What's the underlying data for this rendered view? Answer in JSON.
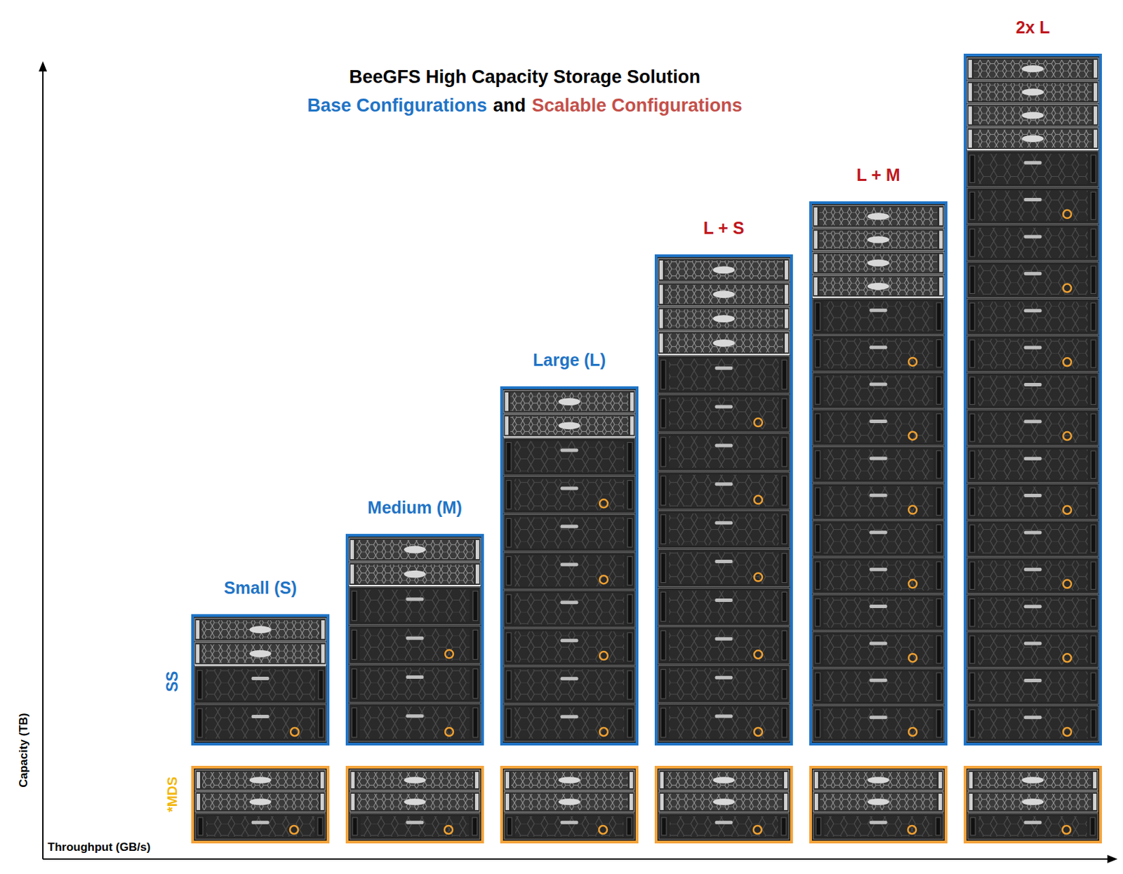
{
  "diagram": {
    "title": "BeeGFS High Capacity Storage Solution",
    "nodes": [
      {
        "text": [
          "Small (S)"
        ]
      },
      {
        "text": [
          "Medium (M)"
        ]
      },
      {
        "text": [
          "Large (L)"
        ]
      },
      {
        "text": [
          "L + S"
        ]
      },
      {
        "text": [
          "L + M"
        ]
      },
      {
        "text": [
          "2x L"
        ]
      }
    ],
    "labels": [
      "Base Configurations",
      "and",
      "Scalable Configurations",
      "Capacity (TB)",
      "Throughput (GB/s)",
      "SS",
      "*MDS"
    ]
  }
}
